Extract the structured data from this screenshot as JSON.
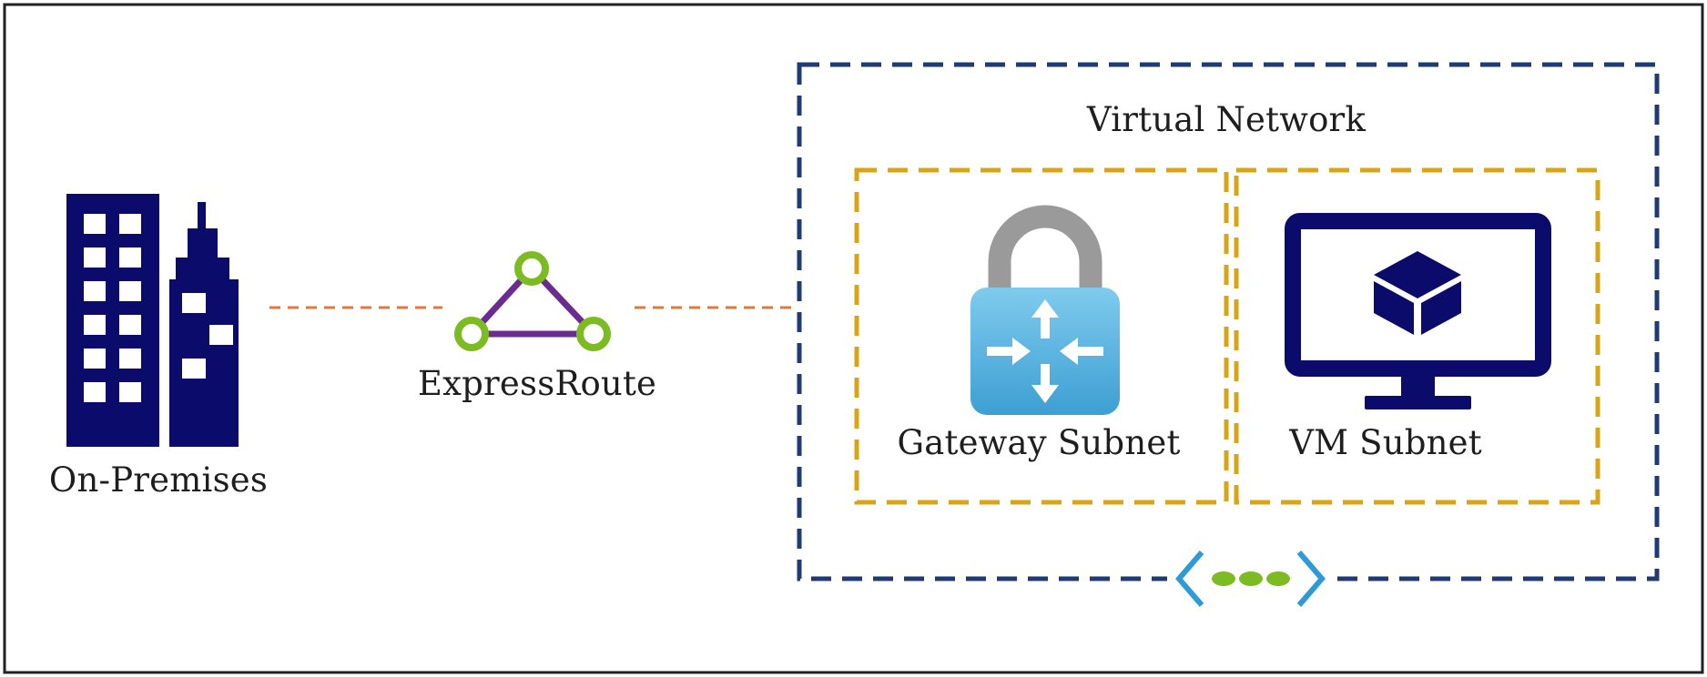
{
  "diagram": {
    "nodes": {
      "on_premises": {
        "label": "On-Premises",
        "icon": "building-icon"
      },
      "expressroute": {
        "label": "ExpressRoute",
        "icon": "expressroute-icon"
      },
      "virtual_network": {
        "label": "Virtual Network",
        "icon": "vnet-icon"
      },
      "gateway_subnet": {
        "label": "Gateway Subnet",
        "icon": "vpn-gateway-lock-icon"
      },
      "vm_subnet": {
        "label": "VM Subnet",
        "icon": "virtual-machine-monitor-icon"
      }
    },
    "edges": [
      {
        "from": "on_premises",
        "to": "expressroute",
        "style": "dashed"
      },
      {
        "from": "expressroute",
        "to": "virtual_network",
        "style": "dashed"
      }
    ]
  },
  "colors": {
    "navy": "#0b0b6b",
    "vnet_border": "#1f3b73",
    "subnet_border": "#d9a416",
    "connector": "#e07a3a",
    "expressroute_line": "#6c2c8f",
    "expressroute_node": "#7cbb22",
    "lock_shackle": "#9a9a9a",
    "lock_body": "#5ab4de",
    "vnet_bracket": "#2d9bd6",
    "vnet_dots": "#7cbb22",
    "frame": "#222222"
  }
}
